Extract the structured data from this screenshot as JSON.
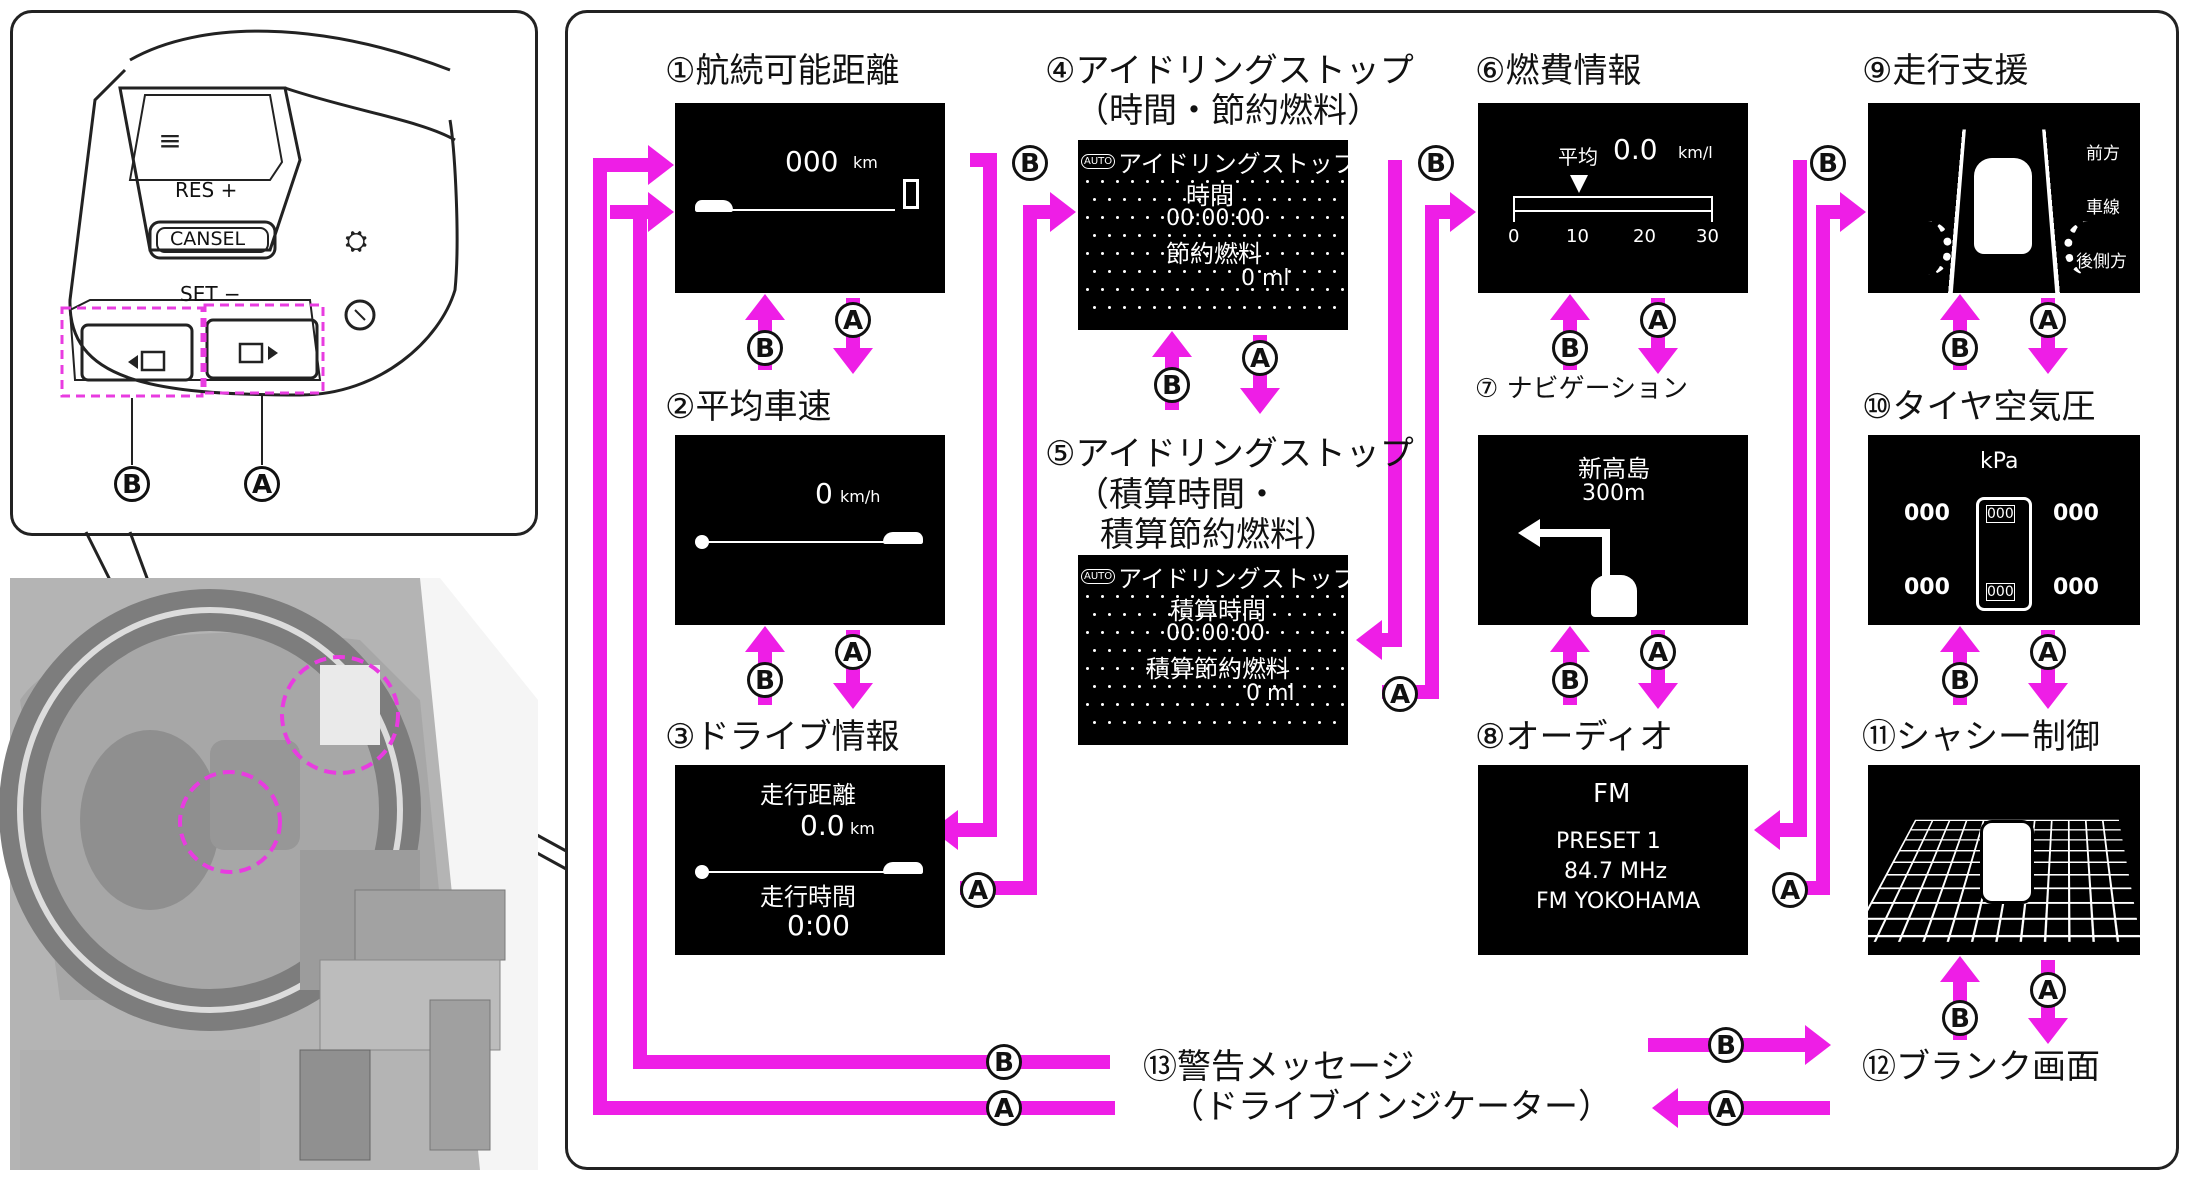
{
  "labels": {
    "a": "A",
    "b": "B"
  },
  "left": {
    "res_label": "RES +",
    "cancel_label": "CANSEL",
    "set_label": "SET −"
  },
  "items": {
    "i1": {
      "num": "①",
      "title": "航続可能距離",
      "value": "000",
      "unit": "km"
    },
    "i2": {
      "num": "②",
      "title": "平均車速",
      "value": "0",
      "unit": "km/h"
    },
    "i3": {
      "num": "③",
      "title": "ドライブ情報",
      "line1": "走行距離",
      "value1": "0.0",
      "unit1": "km",
      "line2": "走行時間",
      "value2": "0:00"
    },
    "i4": {
      "num": "④",
      "title": "アイドリングストップ",
      "title2": "（時間・節約燃料）",
      "auto": "AUTO",
      "head": "アイドリングストップ",
      "l1": "時間",
      "l2": "00:00:00",
      "l3": "節約燃料",
      "l4": "0 ml"
    },
    "i5": {
      "num": "⑤",
      "title": "アイドリングストップ",
      "title2": "（積算時間・",
      "title3": "積算節約燃料）",
      "auto": "AUTO",
      "head": "アイドリングストップ",
      "l1": "積算時間",
      "l2": "00:00:00",
      "l3": "積算節約燃料",
      "l4": "0 ml"
    },
    "i6": {
      "num": "⑥",
      "title": "燃費情報",
      "avg": "平均",
      "value": "0.0",
      "unit": "km/l",
      "ticks": [
        "0",
        "10",
        "20",
        "30"
      ]
    },
    "i7": {
      "num": "⑦",
      "title": "ナビゲーション",
      "place": "新高島",
      "dist": "300m"
    },
    "i8": {
      "num": "⑧",
      "title": "オーディオ",
      "band": "FM",
      "preset": "PRESET 1",
      "freq": "84.7 MHz",
      "station": "FM YOKOHAMA"
    },
    "i9": {
      "num": "⑨",
      "title": "走行支援",
      "s1": "前方",
      "s2": "車線",
      "s3": "後側方"
    },
    "i10": {
      "num": "⑩",
      "title": "タイヤ空気圧",
      "unit": "kPa",
      "fl": "000",
      "fr": "000",
      "rl": "000",
      "rr": "000",
      "c1": "000",
      "c2": "000"
    },
    "i11": {
      "num": "⑪",
      "title": "シャシー制御"
    },
    "i12": {
      "num": "⑫",
      "title": "ブランク画面"
    },
    "i13": {
      "num": "⑬",
      "title": "警告メッセージ",
      "title2": "（ドライブインジケーター）"
    }
  },
  "colors": {
    "arrow": "#ee1ee6",
    "dash": "#e83ce0",
    "screen": "#000000"
  }
}
